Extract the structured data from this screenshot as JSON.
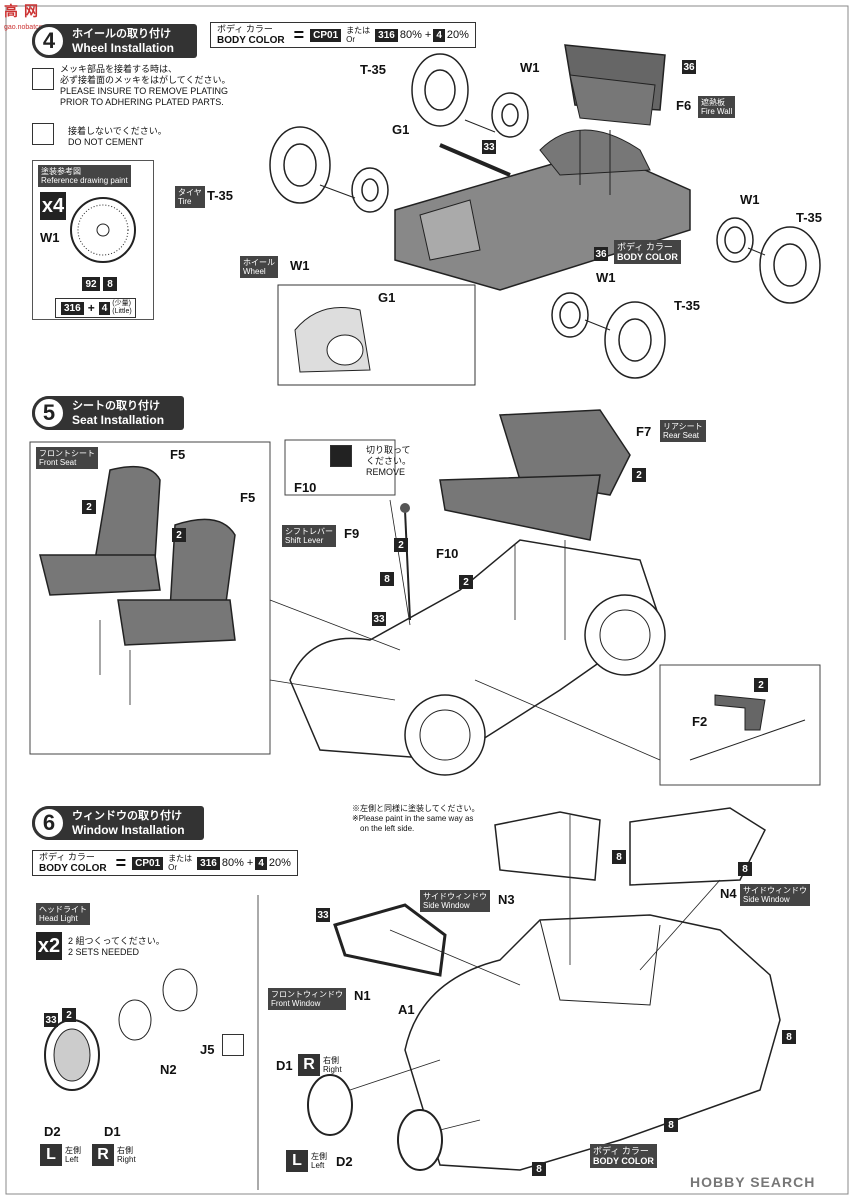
{
  "site_logo": {
    "top": "高",
    "bottom": "网",
    "url": "gao.nobatce.com"
  },
  "step4": {
    "number": "4",
    "title_jp": "ホイールの取り付け",
    "title_en": "Wheel Installation",
    "color_jp": "ボディ カラー",
    "color_en": "BODY COLOR",
    "chip1": "CP01",
    "or_jp": "または",
    "or_en": "Or",
    "chip2": "316",
    "pct1": "80% +",
    "chip3": "4",
    "pct2": "20%",
    "plated_jp1": "メッキ部品を接着する時は、",
    "plated_jp2": "必ず接着面のメッキをはがしてください。",
    "plated_en1": "PLEASE INSURE TO REMOVE PLATING",
    "plated_en2": "PRIOR TO ADHERING PLATED PARTS.",
    "nocement_jp": "接着しないでください。",
    "nocement_en": "DO NOT CEMENT",
    "ref_jp": "塗装参考図",
    "ref_en": "Reference drawing paint",
    "ref_count": "4",
    "ref_part": "W1",
    "ref_num1": "92",
    "ref_num2": "8",
    "ref_mix_a": "316",
    "ref_mix_plus": "+",
    "ref_mix_b": "4",
    "ref_little_jp": "(少量)",
    "ref_little_en": "(Little)",
    "labels": {
      "t35_a": "T-35",
      "w1_a": "W1",
      "g1_a": "G1",
      "n33": "33",
      "n36_top": "36",
      "f6": "F6",
      "fire_jp": "遮熱板",
      "fire_en": "Fire Wall",
      "t35_b": "T-35",
      "tire_jp": "タイヤ",
      "tire_en": "Tire",
      "w1_b": "W1",
      "wheel_jp": "ホイール",
      "wheel_en": "Wheel",
      "n36_mid": "36",
      "bc_jp": "ボディ カラー",
      "bc_en": "BODY COLOR",
      "w1_c": "W1",
      "t35_c": "T-35",
      "w1_d": "W1",
      "t35_d": "T-35",
      "g1_b": "G1"
    }
  },
  "step5": {
    "number": "5",
    "title_jp": "シートの取り付け",
    "title_en": "Seat Installation",
    "front_jp": "フロントシート",
    "front_en": "Front Seat",
    "f5_a": "F5",
    "f5_b": "F5",
    "n2_a": "2",
    "n2_b": "2",
    "remove_jp1": "切り取って",
    "remove_jp2": "ください。",
    "remove_en": "REMOVE",
    "f10_a": "F10",
    "shift_jp": "シフトレバー",
    "shift_en": "Shift Lever",
    "f9": "F9",
    "f10_b": "F10",
    "n2_c": "2",
    "n2_d": "2",
    "n8": "8",
    "n33": "33",
    "f7": "F7",
    "rear_jp": "リアシート",
    "rear_en": "Rear Seat",
    "n2_e": "2",
    "f2": "F2",
    "n2_f": "2"
  },
  "step6": {
    "number": "6",
    "title_jp": "ウィンドウの取り付け",
    "title_en": "Window Installation",
    "color_jp": "ボディ カラー",
    "color_en": "BODY COLOR",
    "chip1": "CP01",
    "or_jp": "または",
    "or_en": "Or",
    "chip2": "316",
    "pct1": "80% +",
    "chip3": "4",
    "pct2": "20%",
    "paint_jp": "※左側と同様に塗装してください。",
    "paint_en1": "※Please paint in the same way as",
    "paint_en2": "on the left side.",
    "head_jp": "ヘッドライト",
    "head_en": "Head Light",
    "sets_count": "2",
    "sets_jp": "2 組つくってください。",
    "sets_en": "2 SETS NEEDED",
    "n33_a": "33",
    "n2": "2",
    "n2_label": "N2",
    "j5": "J5",
    "d2_a": "D2",
    "d1_a": "D1",
    "left_box": "L",
    "left_jp": "左側",
    "left_en": "Left",
    "right_box": "R",
    "right_jp": "右側",
    "right_en": "Right",
    "n33_b": "33",
    "sidewin_jp": "サイドウィンドウ",
    "sidewin_en": "Side Window",
    "n3": "N3",
    "frontwin_jp": "フロントウィンドウ",
    "frontwin_en": "Front Window",
    "n1": "N1",
    "a1": "A1",
    "n8_a": "8",
    "n8_b": "8",
    "n4": "N4",
    "sidewin2_jp": "サイドウィンドウ",
    "sidewin2_en": "Side Window",
    "n8_c": "8",
    "n8_d": "8",
    "n8_e": "8",
    "d1_b": "D1",
    "r_box": "R",
    "r_jp": "右側",
    "r_en": "Right",
    "l_box": "L",
    "l_jp": "左側",
    "l_en": "Left",
    "d2_b": "D2",
    "bc_jp": "ボディ カラー",
    "bc_en": "BODY COLOR"
  },
  "footer_watermark": "HOBBY SEARCH"
}
